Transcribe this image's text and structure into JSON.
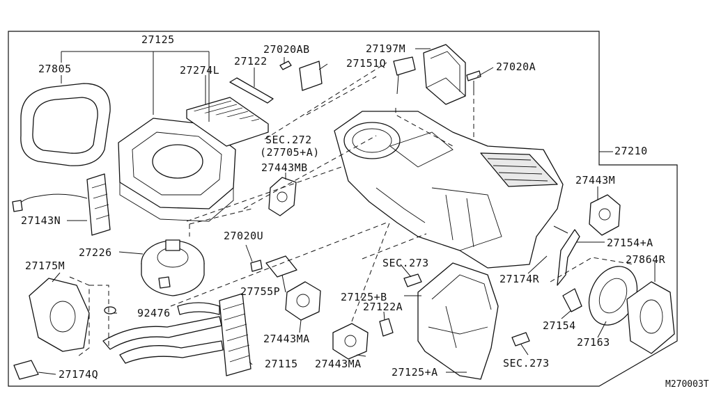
{
  "drawing_code": "M270003T",
  "labels": {
    "p27125": "27125",
    "p27805": "27805",
    "p27274L": "27274L",
    "p27122": "27122",
    "p27020AB": "27020AB",
    "p27197M": "27197M",
    "p27151Q": "27151Q",
    "p27020A": "27020A",
    "sec272": "SEC.272",
    "sec272sub": "(27705+A)",
    "p27210": "27210",
    "p27443MB": "27443MB",
    "p27143N": "27143N",
    "p27443M": "27443M",
    "p27226": "27226",
    "p27020U": "27020U",
    "p27154A": "27154+A",
    "p27175M": "27175M",
    "sec273a": "SEC.273",
    "p27864R": "27864R",
    "p27174R": "27174R",
    "p27755P": "27755P",
    "p27125B": "27125+B",
    "p27122A": "27122A",
    "p92476": "92476",
    "p27154": "27154",
    "p27443MA1": "27443MA",
    "p27163": "27163",
    "p27443MA2": "27443MA",
    "p27115": "27115",
    "p27125A": "27125+A",
    "sec273b": "SEC.273",
    "p27174Q": "27174Q"
  }
}
